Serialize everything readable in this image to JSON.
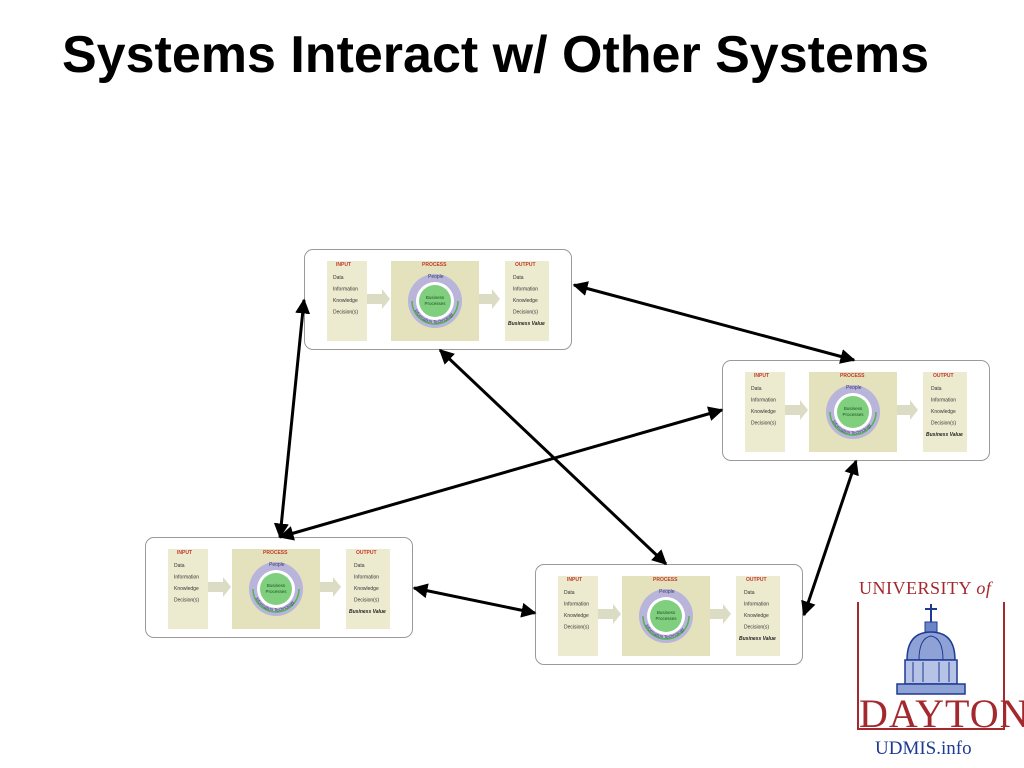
{
  "slide": {
    "title": "Systems Interact w/ Other Systems"
  },
  "system_diagram": {
    "input_header": "INPUT",
    "process_header": "PROCESS",
    "output_header": "OUTPUT",
    "input_items": [
      "Data",
      "Information",
      "Knowledge",
      "Decision(s)"
    ],
    "output_items": [
      "Data",
      "Information",
      "Knowledge",
      "Decision(s)"
    ],
    "output_value": "Business Value",
    "people_label": "People",
    "core_label_line1": "Business",
    "core_label_line2": "Processes",
    "it_label": "Information Technology"
  },
  "logo": {
    "university_prefix": "UNIVERSITY ",
    "university_of": "of",
    "dayton": "DAYTON",
    "udmis": "UDMIS.info"
  },
  "colors": {
    "header_red": "#c0392b",
    "panel_beige": "#ecebcf",
    "process_beige": "#e3e2bd",
    "people_ring": "#b9b4da",
    "core_green": "#7fcf7f",
    "logo_red": "#a3292e",
    "logo_blue": "#1f3a93"
  }
}
